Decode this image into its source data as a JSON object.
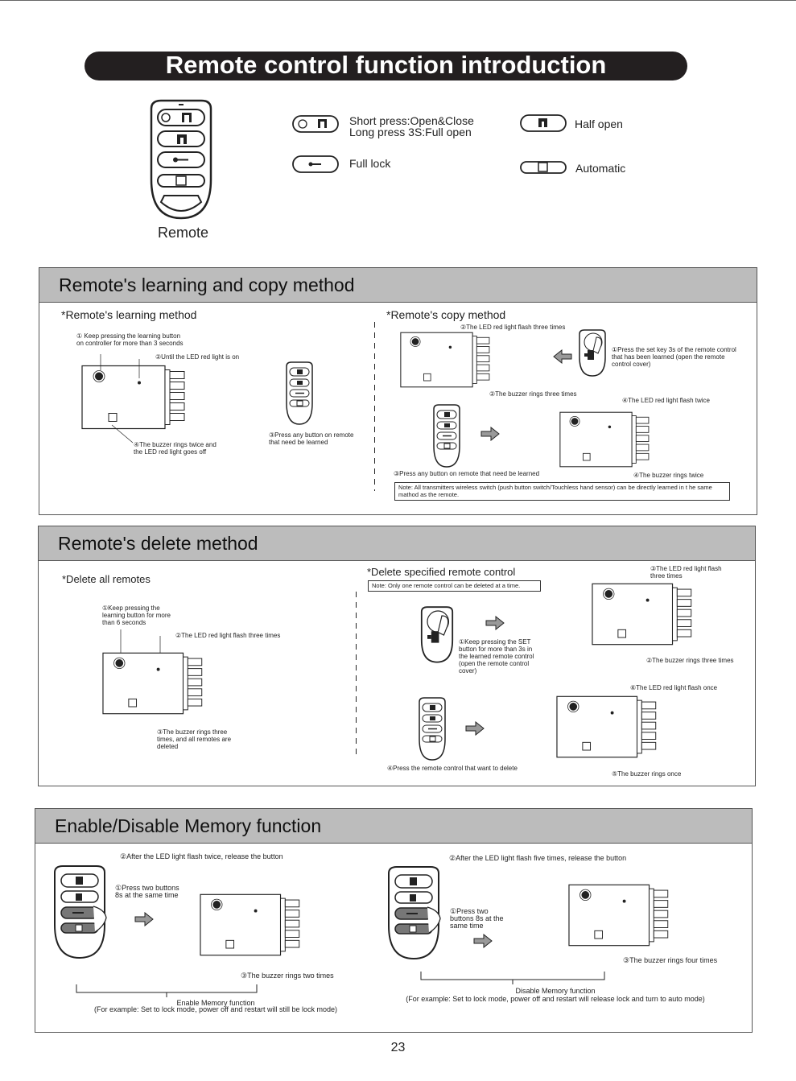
{
  "title": "Remote control function introduction",
  "remote_label": "Remote",
  "legend": {
    "open_close": "Short press:Open&Close",
    "open_close_long": "Long press 3S:Full open",
    "half_open": "Half open",
    "full_lock": "Full lock",
    "automatic": "Automatic"
  },
  "learning": {
    "header": "Remote's learning and copy method",
    "learn_title": "*Remote's learning method",
    "learn_step1": "① Keep pressing the learning button on controller for more than 3 seconds",
    "learn_step2": "②Until the LED red light is on",
    "learn_step3": "③Press any button on remote that need be learned",
    "learn_step4": "④The buzzer rings twice and the LED red light goes off",
    "copy_title": "*Remote's copy method",
    "copy_step1": "①Press the set key 3s of the remote control that has been learned (open the remote control cover)",
    "copy_step2a": "②The LED red light flash three times",
    "copy_step2b": "②The buzzer rings three times",
    "copy_step3": "③Press any button on remote that need be learned",
    "copy_step4a": "④The LED red light flash twice",
    "copy_step4b": "④The buzzer rings twice",
    "copy_note": "Note: All transmitters wireless switch (push button switch/Touchless hand sensor) can be directly learned in t he same mathod as the remote."
  },
  "delete": {
    "header": "Remote's delete method",
    "all_title": "*Delete all remotes",
    "all_step1": "①Keep pressing the learning button for more than 6 seconds",
    "all_step2": "②The LED red light flash three times",
    "all_step3": "③The buzzer rings three times, and all remotes are deleted",
    "spec_title": "*Delete specified remote control",
    "spec_note": "Note: Only one remote control can be deleted at a time.",
    "spec_step1": "①Keep pressing the SET button for more than 3s in the learned remote control (open the remote control cover)",
    "spec_step2": "②The buzzer rings three times",
    "spec_step3": "③The LED red light flash three times",
    "spec_step4": "④Press the remote control  that want to delete",
    "spec_step5": "⑤The buzzer rings once",
    "spec_step6": "⑥The LED red light flash once"
  },
  "memory": {
    "header": "Enable/Disable Memory function",
    "en_step2": "②After the LED light flash twice, release the button",
    "en_step1": "①Press two buttons 8s at the same time",
    "en_step3": "③The buzzer rings two times",
    "en_title": "Enable Memory function",
    "en_desc": "(For example: Set to lock mode, power off and restart will still be lock mode)",
    "dis_step2": "②After the LED light flash five times, release the button",
    "dis_step1": "①Press two buttons 8s at the same time",
    "dis_step3": "③The buzzer rings four times",
    "dis_title": "Disable Memory function",
    "dis_desc": "(For example: Set to lock mode, power off and restart will release lock and turn to auto mode)"
  },
  "page_number": "23"
}
